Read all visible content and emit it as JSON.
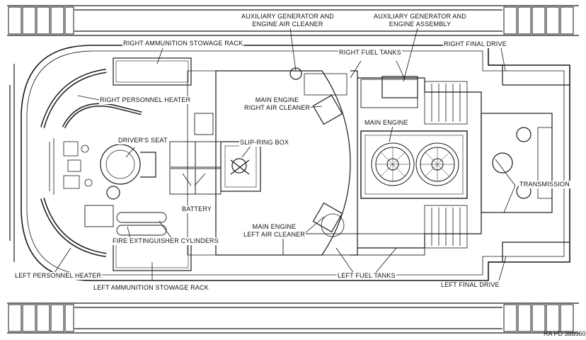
{
  "labels": {
    "aux_gen_air_cleaner": [
      "AUXILIARY GENERATOR AND",
      "ENGINE AIR CLEANER"
    ],
    "aux_gen_engine_assembly": [
      "AUXILIARY GENERATOR AND",
      "ENGINE ASSEMBLY"
    ],
    "right_ammo_rack": "RIGHT AMMUNITION STOWAGE RACK",
    "right_fuel_tanks": "RIGHT FUEL TANKS",
    "right_final_drive": "RIGHT FINAL DRIVE",
    "right_personnel_heater": "RIGHT PERSONNEL HEATER",
    "main_engine_right_air_cleaner": [
      "MAIN ENGINE",
      "RIGHT AIR CLEANER"
    ],
    "main_engine": "MAIN ENGINE",
    "drivers_seat": "DRIVER'S SEAT",
    "slip_ring_box": "SLIP-RING BOX",
    "transmission": "TRANSMISSION",
    "battery": "BATTERY",
    "main_engine_left_air_cleaner": [
      "MAIN ENGINE",
      "LEFT AIR CLEANER"
    ],
    "fire_extinguisher_cylinders": "FIRE EXTINGUISHER CYLINDERS",
    "left_fuel_tanks": "LEFT FUEL TANKS",
    "left_personnel_heater": "LEFT PERSONNEL HEATER",
    "left_ammo_rack": "LEFT AMMUNITION STOWAGE RACK",
    "left_final_drive": "LEFT FINAL DRIVE"
  },
  "reference": "RA PD 388560"
}
